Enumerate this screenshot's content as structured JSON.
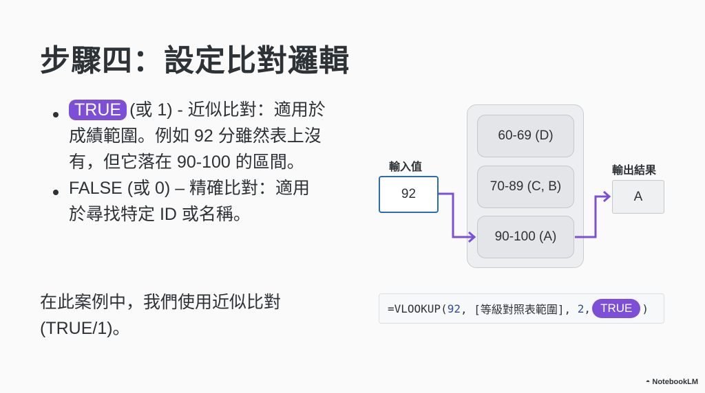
{
  "title": "步驟四：設定比對邏輯",
  "bullets": [
    {
      "badge": "TRUE",
      "lines": [
        "(或 1) - 近似比對：適用於",
        "成績範圍。例如 92 分雖然表上沒",
        "有，但它落在 90-100 的區間。"
      ]
    },
    {
      "lines": [
        "FALSE (或 0) – 精確比對：適用",
        "於尋找特定 ID 或名稱。"
      ]
    }
  ],
  "conclusion": [
    "在此案例中，我們使用近似比對",
    "(TRUE/1)。"
  ],
  "diagram": {
    "input_label": "輸入值",
    "input_value": "92",
    "ranges": [
      "60-69 (D)",
      "70-89 (C, B)",
      "90-100 (A)"
    ],
    "output_label": "輸出結果",
    "output_value": "A"
  },
  "formula": {
    "prefix": "=VLOOKUP(",
    "arg1": "92",
    "sep1": ", [等級對照表範圍], ",
    "arg3": "2",
    "sep2": ",",
    "arg4": "TRUE",
    "suffix": ")"
  },
  "branding": "NotebookLM",
  "colors": {
    "accent": "#7c4fd6",
    "input_border": "#2b6cb0",
    "text": "#2d3236"
  }
}
